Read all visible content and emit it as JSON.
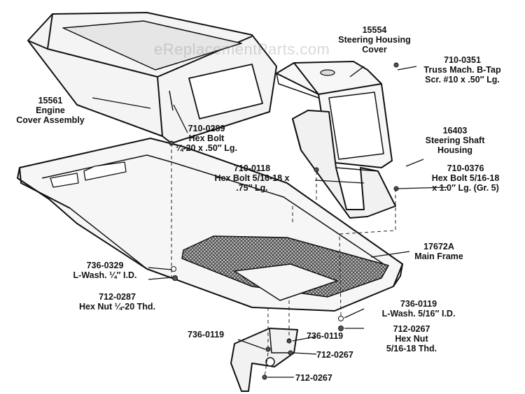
{
  "watermark": "eReplacementParts.com",
  "callouts": {
    "engine_cover": {
      "part": "15561",
      "name1": "Engine",
      "name2": "Cover Assembly"
    },
    "steering_cover": {
      "part": "15554",
      "name1": "Steering Housing",
      "name2": "Cover"
    },
    "truss_screw": {
      "part": "710-0351",
      "name1": "Truss Mach. B-Tap",
      "name2": "Scr. #10 x .50″ Lg."
    },
    "hex_bolt_quarter": {
      "part": "710-0289",
      "name1": "Hex Bolt",
      "name2": "¼-20 x .50″ Lg."
    },
    "steering_shaft": {
      "part": "16403",
      "name1": "Steering Shaft",
      "name2": "Housing"
    },
    "hex_bolt_75": {
      "part": "710-0118",
      "name1": "Hex Bolt 5/16-18 x",
      "name2": ".75″ Lg."
    },
    "hex_bolt_10": {
      "part": "710-0376",
      "name1": "Hex Bolt 5/16-18",
      "name2": "x 1.0″ Lg. (Gr. 5)"
    },
    "main_frame": {
      "part": "17672A",
      "name1": "Main Frame"
    },
    "lwash_quarter": {
      "part": "736-0329",
      "name1": "L-Wash. ¼″ I.D."
    },
    "hex_nut_quarter": {
      "part": "712-0287",
      "name1": "Hex Nut ¼-20 Thd."
    },
    "lwash_516": {
      "part": "736-0119",
      "name1": "L-Wash. 5/16″ I.D."
    },
    "hex_nut_516": {
      "part": "712-0267",
      "name1": "Hex Nut",
      "name2": "5/16-18 Thd."
    },
    "bracket_wash_left": {
      "part": "736-0119"
    },
    "bracket_wash_right": {
      "part": "736-0119"
    },
    "bracket_nut_right": {
      "part": "712-0267"
    },
    "bracket_nut_bottom": {
      "part": "712-0267"
    }
  }
}
